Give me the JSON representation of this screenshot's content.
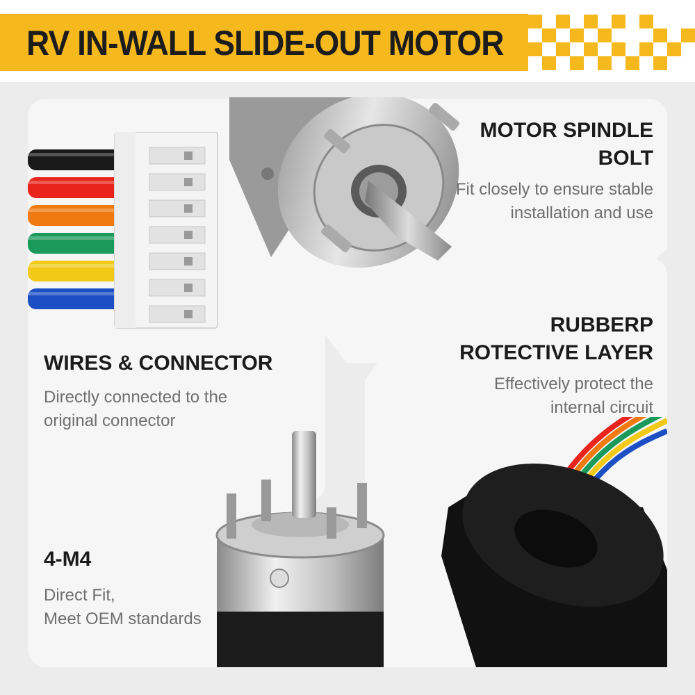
{
  "header": {
    "title": "RV IN-WALL SLIDE-OUT MOTOR",
    "accent_color": "#f5b91e"
  },
  "features": [
    {
      "title_lines": [
        "MOTOR SPINDLE",
        "BOLT"
      ],
      "desc_lines": [
        "Fit closely to ensure stable",
        "installation and use"
      ]
    },
    {
      "title_lines": [
        "WIRES & CONNECTOR"
      ],
      "desc_lines": [
        "Directly connected to the",
        "original connector"
      ]
    },
    {
      "title_lines": [
        "RUBBERP",
        "ROTECTIVE LAYER"
      ],
      "desc_lines": [
        "Effectively protect the",
        "internal circuit"
      ]
    },
    {
      "title_lines": [
        "4-M4"
      ],
      "desc_lines": [
        "Direct Fit,",
        "Meet OEM standards"
      ]
    }
  ],
  "wire_colors": [
    "#1a1a1a",
    "#e8241c",
    "#f07a10",
    "#1a9a5a",
    "#f2c916",
    "#1d4fc4"
  ],
  "icons": {
    "connector": "wire-connector-illustration",
    "spindle": "motor-spindle-illustration",
    "motor_body": "motor-body-illustration",
    "rubber_cap": "rubber-cap-illustration"
  }
}
